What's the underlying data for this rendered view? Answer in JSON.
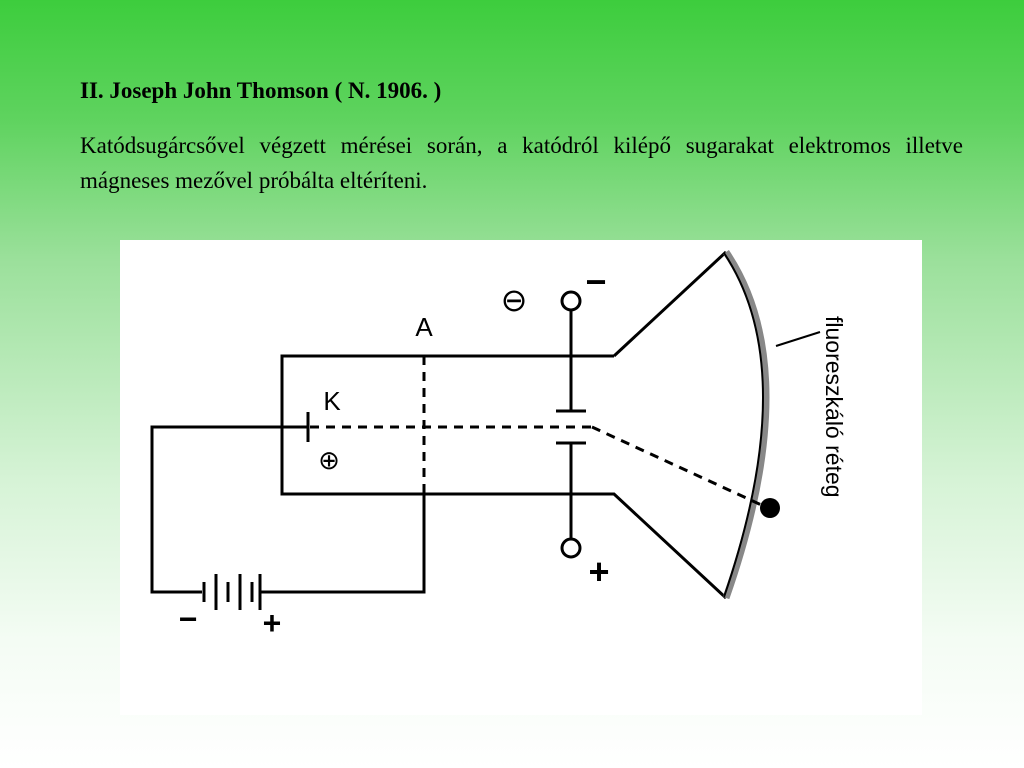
{
  "slide": {
    "title": "II. Joseph John Thomson ( N. 1906. )",
    "paragraph": "Katódsugárcsővel végzett mérései során, a katódról kilépő sugarakat elektromos illetve mágneses mezővel próbálta eltéríteni."
  },
  "diagram": {
    "anode_label": "A",
    "cathode_label": "K",
    "cathode_plus_symbol": "⊕",
    "top_plate_minus_symbol": "⊖",
    "top_terminal_sign": "−",
    "bottom_terminal_sign": "+",
    "battery_minus": "−",
    "battery_plus": "+",
    "screen_label": "fluoreszkáló réteg"
  }
}
